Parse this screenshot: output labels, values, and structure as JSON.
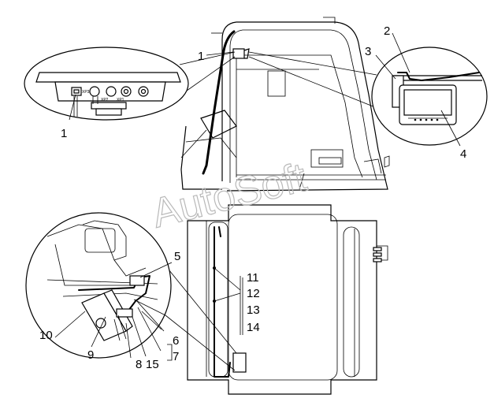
{
  "watermark": "AutoSoft",
  "callouts": [
    "1",
    "1",
    "2",
    "3",
    "4",
    "5",
    "6",
    "7",
    "8",
    "9",
    "10",
    "11",
    "12",
    "13",
    "14",
    "15"
  ],
  "connector_labels": [
    "XP3",
    "XP2",
    "XP1"
  ]
}
